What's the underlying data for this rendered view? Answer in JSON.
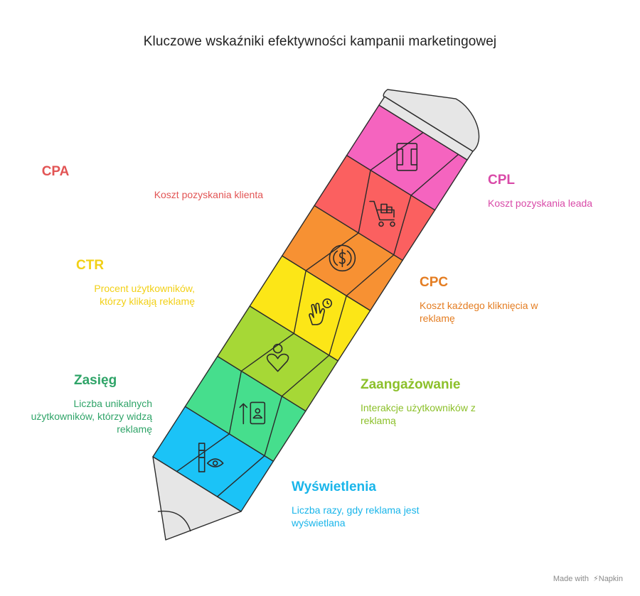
{
  "title": "Kluczowe wskaźniki efektywności kampanii marketingowej",
  "segments": [
    {
      "key": "cpl",
      "title": "CPL",
      "desc": "Koszt pozyskania leada",
      "color": "#f564bf",
      "text_color": "#d94aa8",
      "icon": "envelope-icon"
    },
    {
      "key": "cpa",
      "title": "CPA",
      "desc": "Koszt pozyskania klienta",
      "color": "#fb6060",
      "text_color": "#e25454",
      "icon": "shopping-cart-icon"
    },
    {
      "key": "cpc",
      "title": "CPC",
      "desc": "Koszt każdego kliknięcia w reklamę",
      "color": "#f79133",
      "text_color": "#e47d22",
      "icon": "dollar-coin-icon"
    },
    {
      "key": "ctr",
      "title": "CTR",
      "desc": "Procent użytkowników, którzy klikają reklamę",
      "color": "#fce617",
      "text_color": "#f2d016",
      "icon": "click-hand-icon"
    },
    {
      "key": "engagement",
      "title": "Zaangażowanie",
      "desc": "Interakcje użytkowników z reklamą",
      "color": "#a6d836",
      "text_color": "#8cc02a",
      "icon": "heart-person-icon"
    },
    {
      "key": "reach",
      "title": "Zasięg",
      "desc": "Liczba unikalnych użytkowników, którzy widzą reklamę",
      "color": "#46de8d",
      "text_color": "#2fa468",
      "icon": "user-card-icon"
    },
    {
      "key": "impressions",
      "title": "Wyświetlenia",
      "desc": "Liczba razy, gdy reklama jest wyświetlana",
      "color": "#1bc3f7",
      "text_color": "#19b5ea",
      "icon": "eye-icon"
    }
  ],
  "credit": {
    "prefix": "Made with",
    "brand": "Napkin"
  }
}
